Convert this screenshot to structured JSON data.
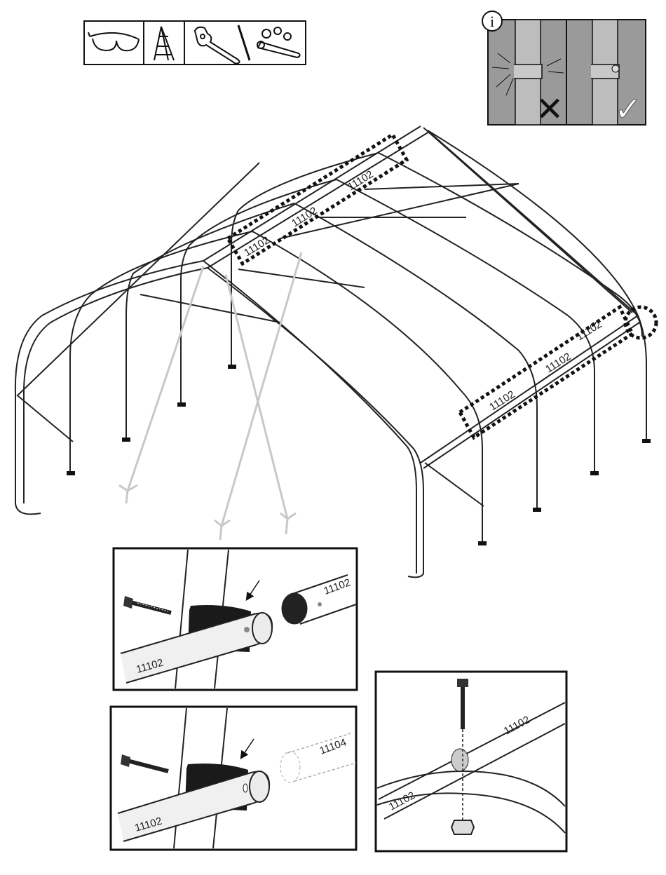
{
  "tools": [
    {
      "icon": "safety-glasses-icon"
    },
    {
      "icon": "step-ladder-icon"
    },
    {
      "icon": "adjustable-wrench-icon"
    },
    {
      "icon": "socket-wrench-set-icon"
    }
  ],
  "info_panel": {
    "glyph": "i",
    "wrong_mark": "✕",
    "right_mark": "✓"
  },
  "frame_labels": {
    "ridge": [
      "11102",
      "11102",
      "11102"
    ],
    "side": [
      "11102",
      "11102",
      "11102"
    ]
  },
  "detail_a": {
    "incoming_pipe": "11102",
    "fixed_pipe": "11102"
  },
  "detail_b": {
    "incoming_pipe": "11104",
    "fixed_pipe": "11102"
  },
  "detail_c": {
    "pipe_upper": "11102",
    "pipe_lower": "11102"
  },
  "colors": {
    "line": "#1a1a1a",
    "grey_fill": "#9a9a9a",
    "ghost": "#c8c8c8",
    "callout": "#111111"
  }
}
